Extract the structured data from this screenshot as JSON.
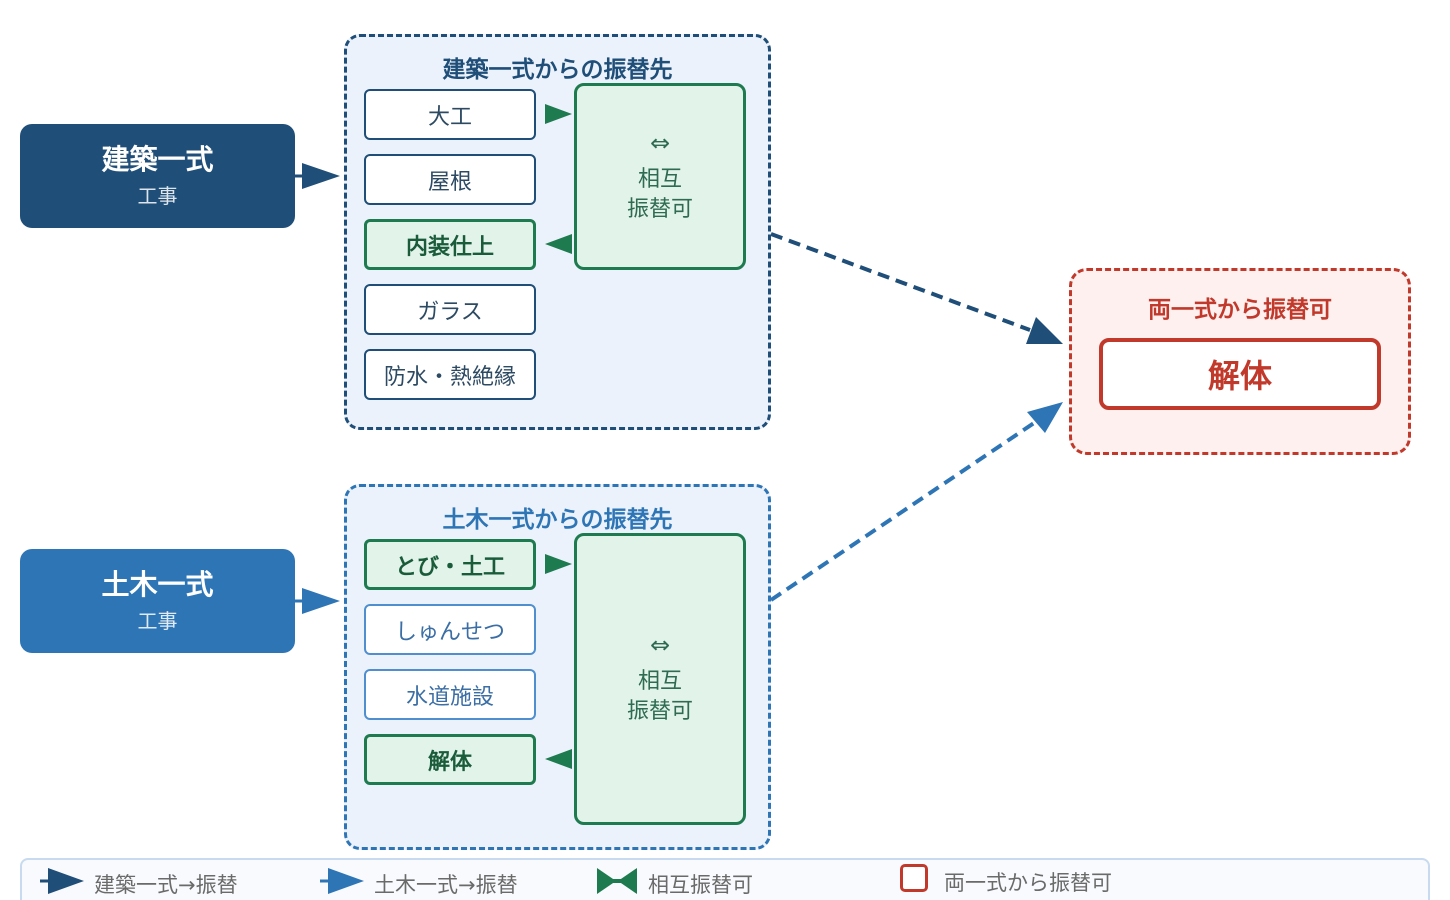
{
  "source_kenchiku": {
    "title": "建築一式",
    "sub": "工事"
  },
  "source_doboku": {
    "title": "土木一式",
    "sub": "工事"
  },
  "group_kenchiku": {
    "title": "建築一式からの振替先",
    "items": [
      "大工",
      "屋根",
      "内装仕上",
      "ガラス",
      "防水・熱絶縁"
    ],
    "mutual": {
      "arrow": "⇔",
      "line1": "相互",
      "line2": "振替可"
    }
  },
  "group_doboku": {
    "title": "土木一式からの振替先",
    "items": [
      "とび・土工",
      "しゅんせつ",
      "水道施設",
      "解体"
    ],
    "mutual": {
      "arrow": "⇔",
      "line1": "相互",
      "line2": "振替可"
    }
  },
  "target": {
    "title": "両一式から振替可",
    "item": "解体"
  },
  "legend": {
    "kenchiku": "建築一式→振替",
    "doboku": "土木一式→振替",
    "mutual": "相互振替可",
    "both": "両一式から振替可"
  },
  "colors": {
    "dark_navy": "#1f4e78",
    "blue": "#2e75b6",
    "green": "#1e7a4f",
    "red": "#c0392b"
  }
}
